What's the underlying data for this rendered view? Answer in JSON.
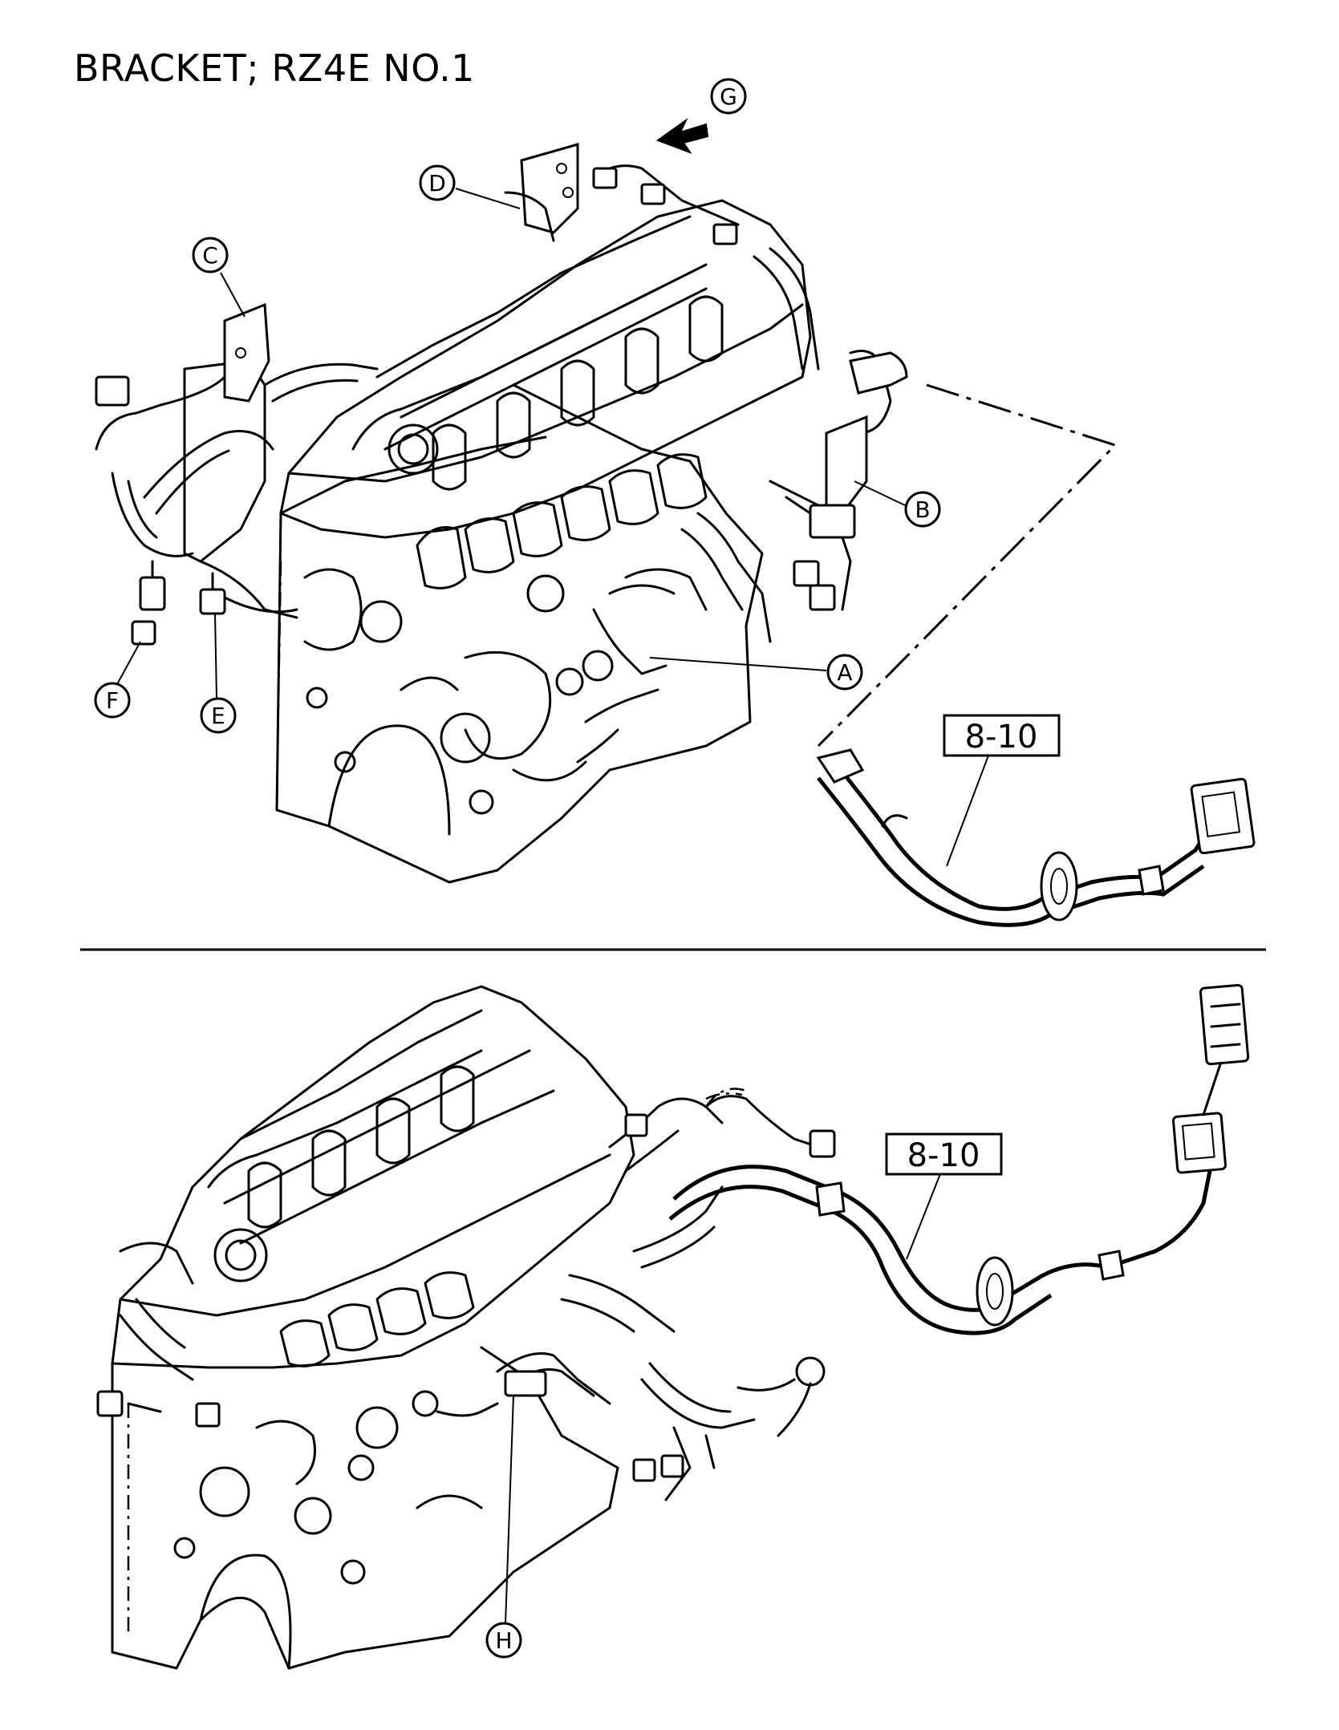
{
  "title": "BRACKET; RZ4E NO.1",
  "callouts": {
    "a": "A",
    "b": "B",
    "c": "C",
    "d": "D",
    "e": "E",
    "f": "F",
    "g": "G",
    "h": "H"
  },
  "refs": {
    "top": "8-10",
    "bottom": "8-10"
  },
  "icons": {
    "view_arrow": "arrow-left-down-icon"
  }
}
